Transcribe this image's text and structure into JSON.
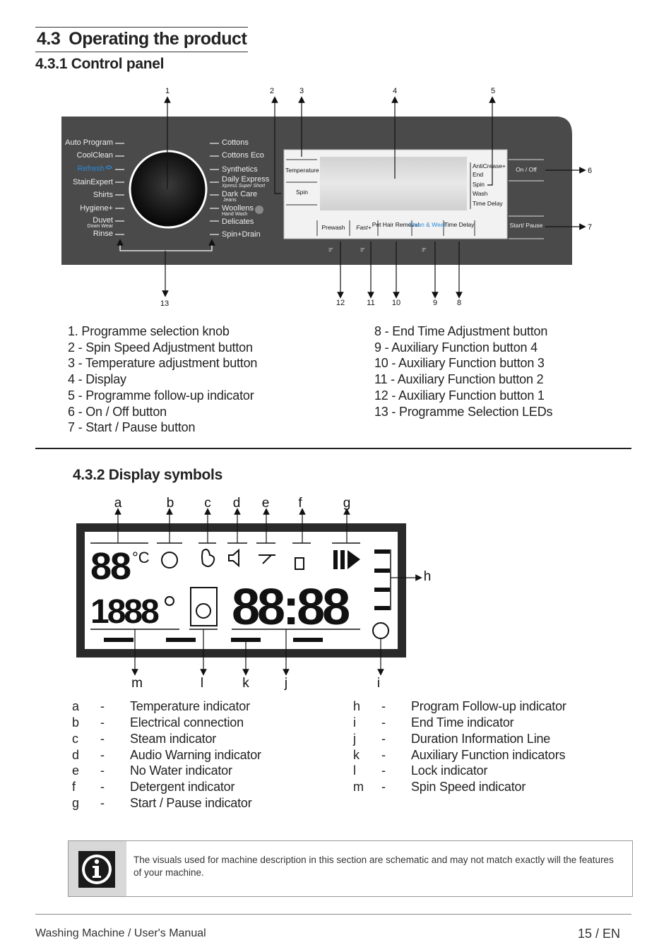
{
  "section": {
    "number": "4.3",
    "title": "Operating the product"
  },
  "subsection1": "4.3.1 Control panel",
  "subsection2": "4.3.2 Display symbols",
  "panel": {
    "callouts_top": [
      "1",
      "2",
      "3",
      "4",
      "5"
    ],
    "callouts_right": [
      "6",
      "7"
    ],
    "callouts_bottom": [
      "13",
      "12",
      "11",
      "10",
      "9",
      "8"
    ],
    "left_programs": [
      "Auto Program",
      "CoolClean",
      "Refresh",
      "StainExpert",
      "Shirts",
      "Hygiene+",
      "Duvet",
      "Down Wear",
      "Rinse"
    ],
    "right_programs": [
      "Cottons",
      "Cottons Eco",
      "Synthetics",
      "Daily Express",
      "Xpress Super Short",
      "Dark Care",
      "Jeans",
      "Woollens",
      "Hand Wash",
      "Delicates",
      "Spin+Drain"
    ],
    "display_left_buttons": [
      "Temperature",
      "Spin"
    ],
    "followup": [
      "AntiCrease+",
      "End",
      "Spin",
      "Wash",
      "Time Delay"
    ],
    "aux_buttons": [
      "Prewash",
      "Fast+",
      "Pet Hair Removal",
      "Clean & Wear",
      "Time Delay"
    ],
    "side_buttons": [
      "On / Off",
      "Start/ Pause"
    ],
    "aux_marks": [
      "3\"",
      "3\"",
      "3\""
    ]
  },
  "legend_left": [
    "1. Programme selection knob",
    "2 - Spin Speed Adjustment button",
    "3 - Temperature adjustment button",
    "4 - Display",
    "5 - Programme follow-up indicator",
    "6 - On / Off button",
    "7 - Start / Pause button"
  ],
  "legend_right": [
    "8 - End Time Adjustment button",
    "9 - Auxiliary Function button 4",
    "10 - Auxiliary Function button 3",
    "11 - Auxiliary Function button 2",
    "12 - Auxiliary Function button 1",
    "13 - Programme Selection LEDs"
  ],
  "display": {
    "letters_top": [
      "a",
      "b",
      "c",
      "d",
      "e",
      "f",
      "g"
    ],
    "letter_right": "h",
    "letters_bottom": [
      "m",
      "l",
      "k",
      "j",
      "i"
    ],
    "temp_digits": "88",
    "temp_unit": "°C",
    "spin_digits": "1888",
    "time_digits": "88:88"
  },
  "symbols_left": [
    {
      "key": "a",
      "dash": "-",
      "label": "Temperature indicator"
    },
    {
      "key": "b",
      "dash": "-",
      "label": "Electrical connection"
    },
    {
      "key": "c",
      "dash": "-",
      "label": "Steam indicator"
    },
    {
      "key": "d",
      "dash": "-",
      "label": "Audio Warning indicator"
    },
    {
      "key": "e",
      "dash": "-",
      "label": "No Water indicator"
    },
    {
      "key": "f",
      "dash": "-",
      "label": "Detergent indicator"
    },
    {
      "key": "g",
      "dash": "-",
      "label": "Start / Pause indicator"
    }
  ],
  "symbols_right": [
    {
      "key": "h",
      "dash": "-",
      "label": "Program Follow-up indicator"
    },
    {
      "key": "i",
      "dash": "-",
      "label": "End Time indicator"
    },
    {
      "key": "j",
      "dash": "-",
      "label": "Duration Information Line"
    },
    {
      "key": "k",
      "dash": "-",
      "label": "Auxiliary Function indicators"
    },
    {
      "key": "l",
      "dash": "-",
      "label": "Lock indicator"
    },
    {
      "key": "m",
      "dash": "-",
      "label": "Spin Speed indicator"
    }
  ],
  "note": "The visuals used for machine description in this section are schematic and may not match exactly will the features of your machine.",
  "footer": {
    "left": "Washing Machine / User's Manual",
    "right": "15 / EN"
  },
  "colors": {
    "panel": "#4a4a4a",
    "accent_blue": "#2a8ad8",
    "display_bg": "#e4e4e4"
  }
}
